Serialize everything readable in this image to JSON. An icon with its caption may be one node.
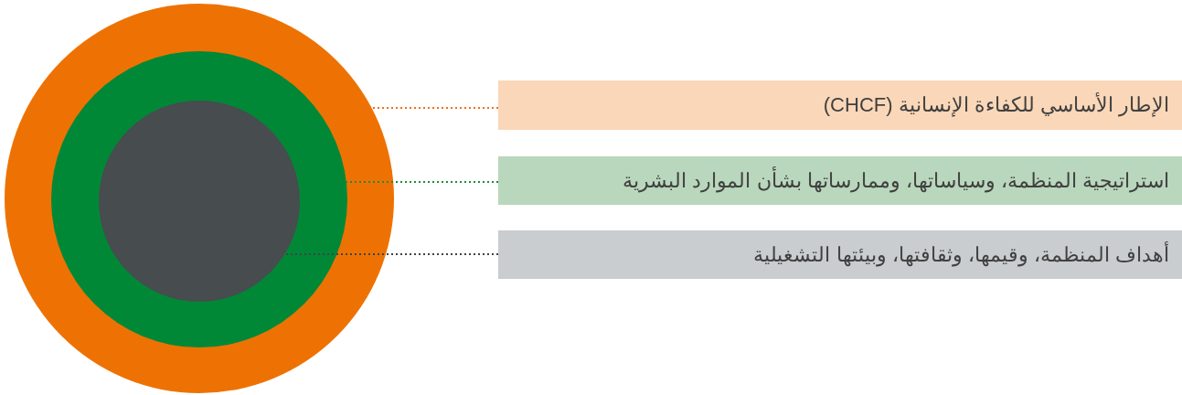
{
  "diagram": {
    "nodes": [
      {
        "text": [],
        "shape": "circle"
      },
      {
        "text": [],
        "shape": "circle",
        "in": 0
      },
      {
        "text": [],
        "shape": "circle",
        "in": 1
      },
      {
        "text": [
          "الإطار الأساسي للكفاءة الإنسانية (CHCF)"
        ]
      },
      {
        "text": [
          "استراتيجية المنظمة، وسياساتها، وممارساتها بشأن الموارد البشرية"
        ]
      },
      {
        "text": [
          "أهداف المنظمة، وقيمها، وثقافتها، وبيئتها التشغيلية"
        ]
      }
    ],
    "edges": [
      {
        "from": 3,
        "to": 0,
        "arrow": "none",
        "style": "dashed",
        "color": "#e8711a"
      },
      {
        "from": 4,
        "to": 1,
        "arrow": "none",
        "style": "dashed",
        "color": "#1e8a3c"
      },
      {
        "from": 5,
        "to": 2,
        "arrow": "none",
        "style": "dashed",
        "color": "#3d4548"
      }
    ]
  }
}
